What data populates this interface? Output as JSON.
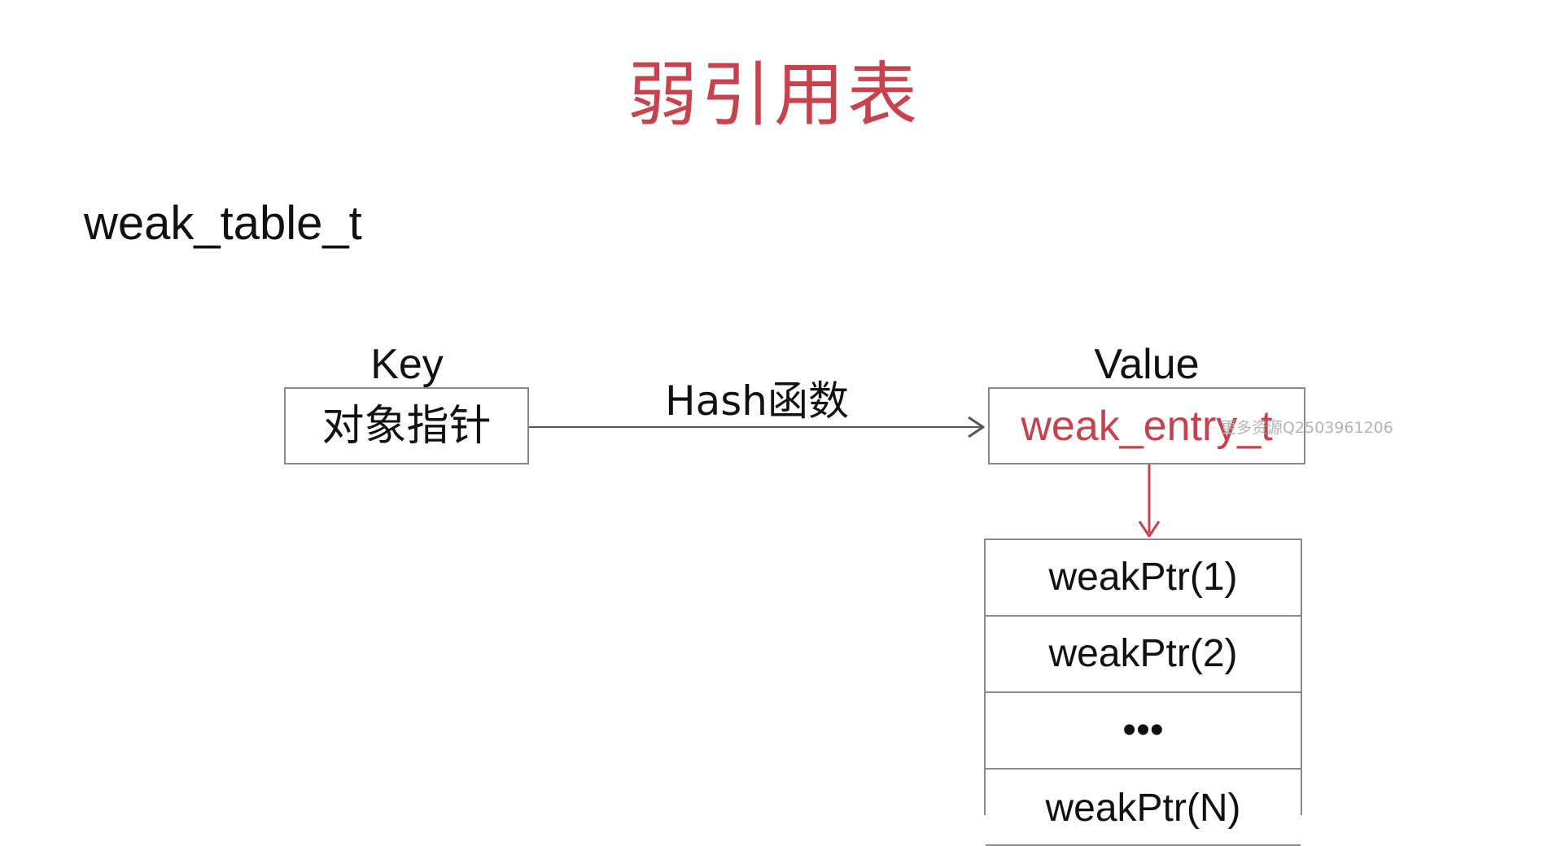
{
  "title": "弱引用表",
  "struct_name": "weak_table_t",
  "key": {
    "caption": "Key",
    "box_label": "对象指针"
  },
  "edge_label": "Hash函数",
  "value": {
    "caption": "Value",
    "box_label": "weak_entry_t"
  },
  "weak_ptrs": [
    "weakPtr(1)",
    "weakPtr(2)",
    "•••",
    "weakPtr(N)"
  ],
  "watermark": "更多资源Q2503961206",
  "colors": {
    "accent": "#c8424d",
    "text": "#111111",
    "border": "#8a8a8a",
    "arrow": "#555555"
  }
}
